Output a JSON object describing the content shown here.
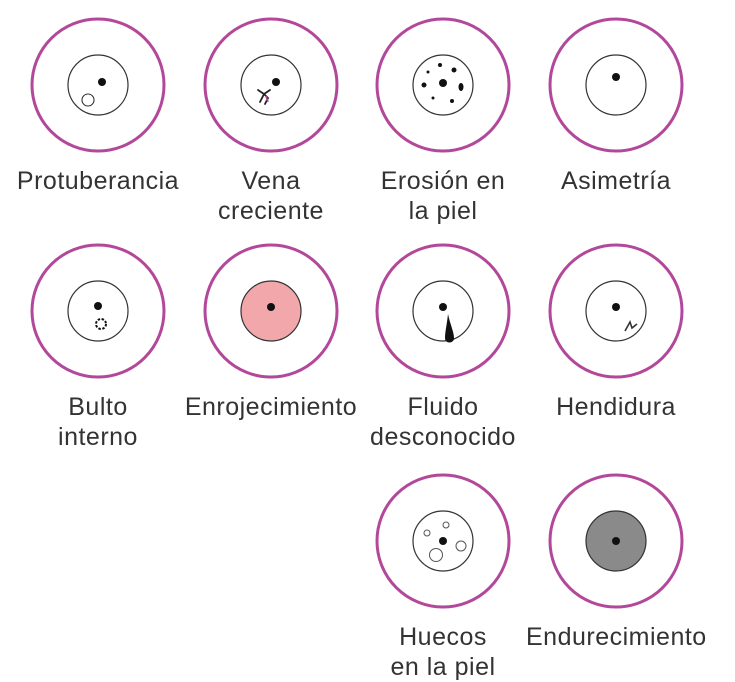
{
  "colors": {
    "outer_ring": "#b3479a",
    "breast_outline": "#333333",
    "nipple": "#111111",
    "redness_fill": "#f2a7aa",
    "hardening_fill": "#8a8a8a"
  },
  "signs": [
    {
      "label": "Protuberancia",
      "icon": "bump-icon"
    },
    {
      "label": "Vena\ncreciente",
      "icon": "vein-icon"
    },
    {
      "label": "Erosión en\nla piel",
      "icon": "skin-erosion-icon"
    },
    {
      "label": "Asimetría",
      "icon": "asymmetry-icon"
    },
    {
      "label": "Bulto\ninterno",
      "icon": "internal-lump-icon"
    },
    {
      "label": "Enrojecimiento",
      "icon": "redness-icon"
    },
    {
      "label": "Fluido\ndesconocido",
      "icon": "fluid-icon"
    },
    {
      "label": "Hendidura",
      "icon": "dimple-icon"
    },
    {
      "label": "Huecos\nen la piel",
      "icon": "skin-holes-icon"
    },
    {
      "label": "Endurecimiento",
      "icon": "hardening-icon"
    }
  ]
}
